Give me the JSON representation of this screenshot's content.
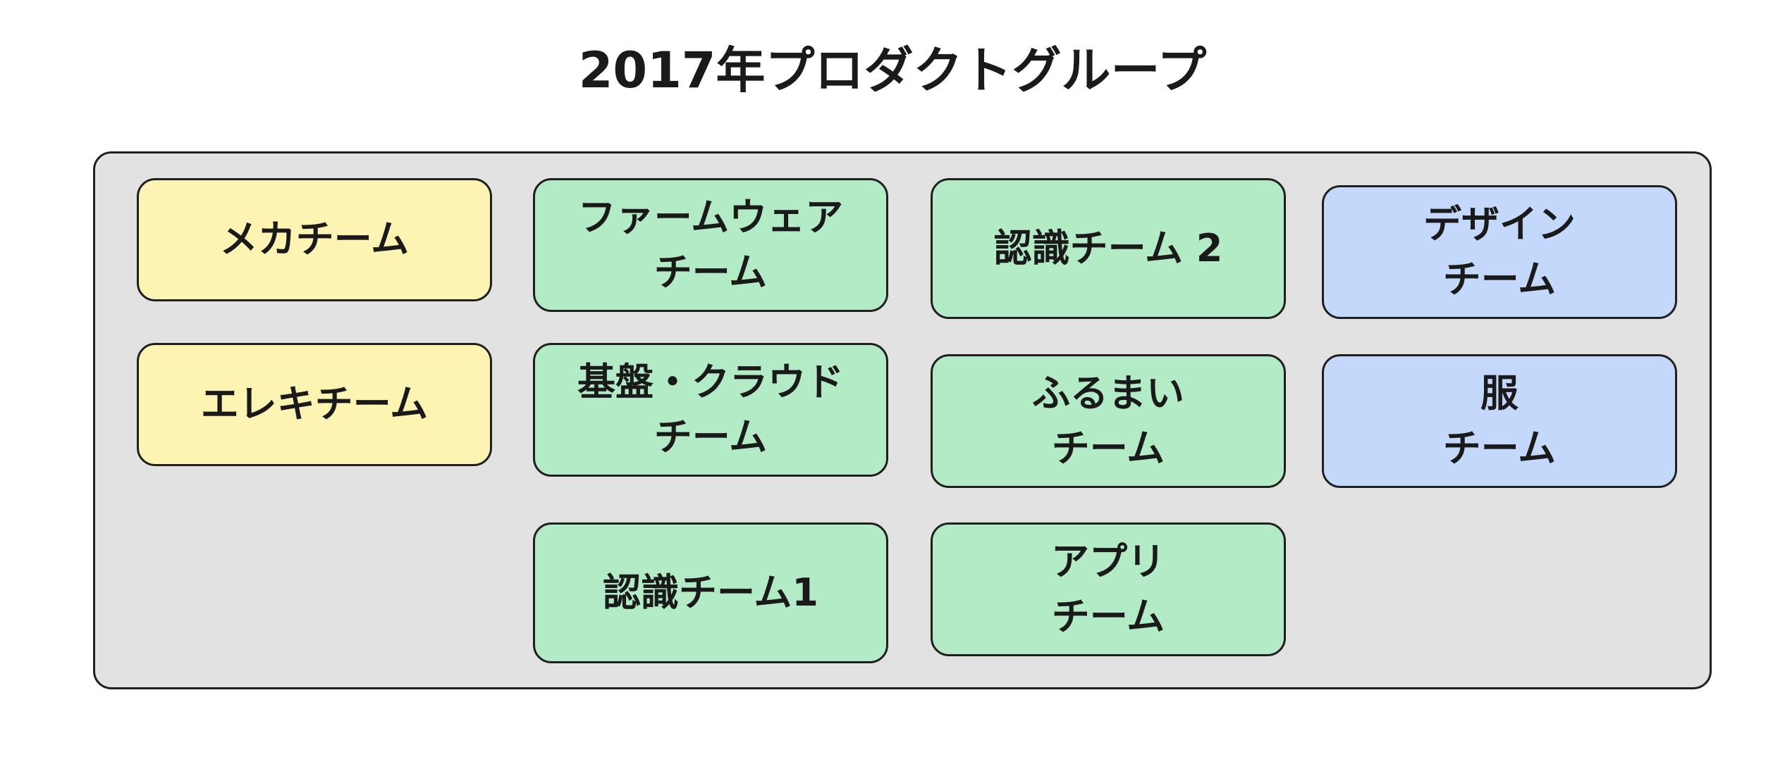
{
  "title": "2017年プロダクトグループ",
  "colors": {
    "group_background": "#e2e2e2",
    "yellow_node": "#fdf4b4",
    "green_node": "#b3ebc6",
    "blue_node": "#c4d8fc",
    "border": "#1f1f1f"
  },
  "nodes": {
    "meka": "メカチーム",
    "ereki": "エレキチーム",
    "firmware": "ファームウェア\nチーム",
    "kiban": "基盤・クラウド\nチーム",
    "ninshiki1": "認識チーム1",
    "ninshiki2": "認識チーム 2",
    "furumai": "ふるまい\nチーム",
    "appli": "アプリ\nチーム",
    "design": "デザイン\nチーム",
    "fuku": "服\nチーム"
  }
}
